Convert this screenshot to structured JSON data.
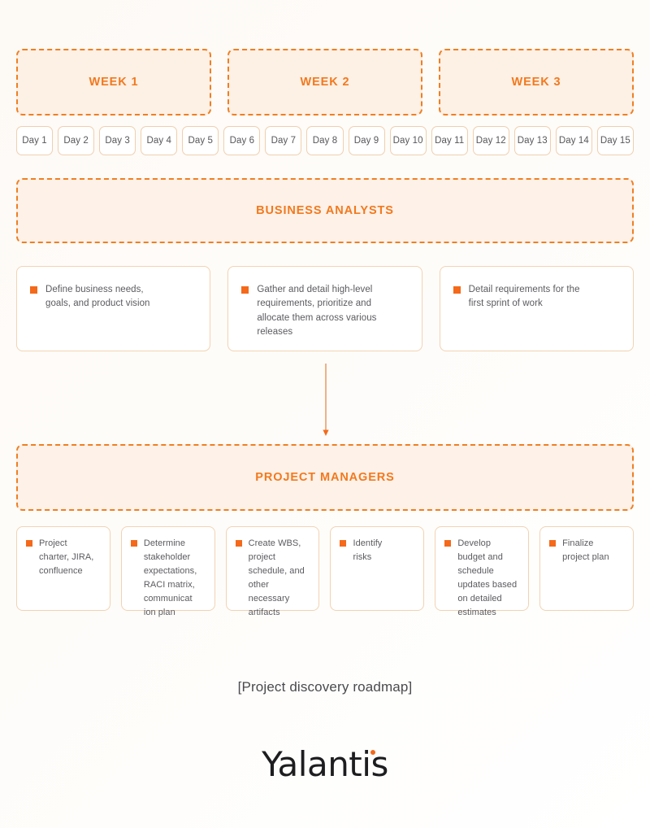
{
  "theme": {
    "accent": "#f2791e",
    "bullet": "#f4691a",
    "banner_fill": "#fdf0e5",
    "banner_border": "#ef7f22",
    "card_border": "#f2d3b2",
    "card_fill": "#ffffff",
    "page_background": "#fdfaf6",
    "body_text": "#5b5b60"
  },
  "timeline": {
    "weeks": [
      {
        "label": "WEEK 1"
      },
      {
        "label": "WEEK 2"
      },
      {
        "label": "WEEK 3"
      }
    ],
    "days": [
      {
        "label": "Day 1"
      },
      {
        "label": "Day 2"
      },
      {
        "label": "Day 3"
      },
      {
        "label": "Day 4"
      },
      {
        "label": "Day 5"
      },
      {
        "label": "Day 6"
      },
      {
        "label": "Day 7"
      },
      {
        "label": "Day 8"
      },
      {
        "label": "Day 9"
      },
      {
        "label": "Day 10"
      },
      {
        "label": "Day 11"
      },
      {
        "label": "Day 12"
      },
      {
        "label": "Day 13"
      },
      {
        "label": "Day 14"
      },
      {
        "label": "Day 15"
      }
    ]
  },
  "business_analysts": {
    "banner_label": "BUSINESS ANALYSTS",
    "tasks": [
      {
        "text": "Define business needs,\ngoals, and product vision"
      },
      {
        "text": "Gather and detail high-level\nrequirements, prioritize and\nallocate them across various\nreleases"
      },
      {
        "text": "Detail requirements for the\nfirst sprint of work"
      }
    ]
  },
  "flow": {
    "arrow_icon": "down-arrow-icon",
    "arrow_color": "#e8a06a"
  },
  "project_managers": {
    "banner_label": "PROJECT MANAGERS",
    "tasks": [
      {
        "text": "Project\ncharter, JIRA,\nconfluence"
      },
      {
        "text": "Determine\nstakeholder\nexpectations,\nRACI matrix,\ncommunicat\nion plan"
      },
      {
        "text": "Create WBS,\nproject\nschedule, and\nother\nnecessary\nartifacts"
      },
      {
        "text": "Identify\nrisks"
      },
      {
        "text": "Develop\nbudget and\nschedule\nupdates based\non detailed\nestimates"
      },
      {
        "text": "Finalize\nproject plan"
      }
    ]
  },
  "caption": {
    "text": "[Project discovery roadmap]"
  },
  "brand": {
    "name": "Yalantis"
  }
}
